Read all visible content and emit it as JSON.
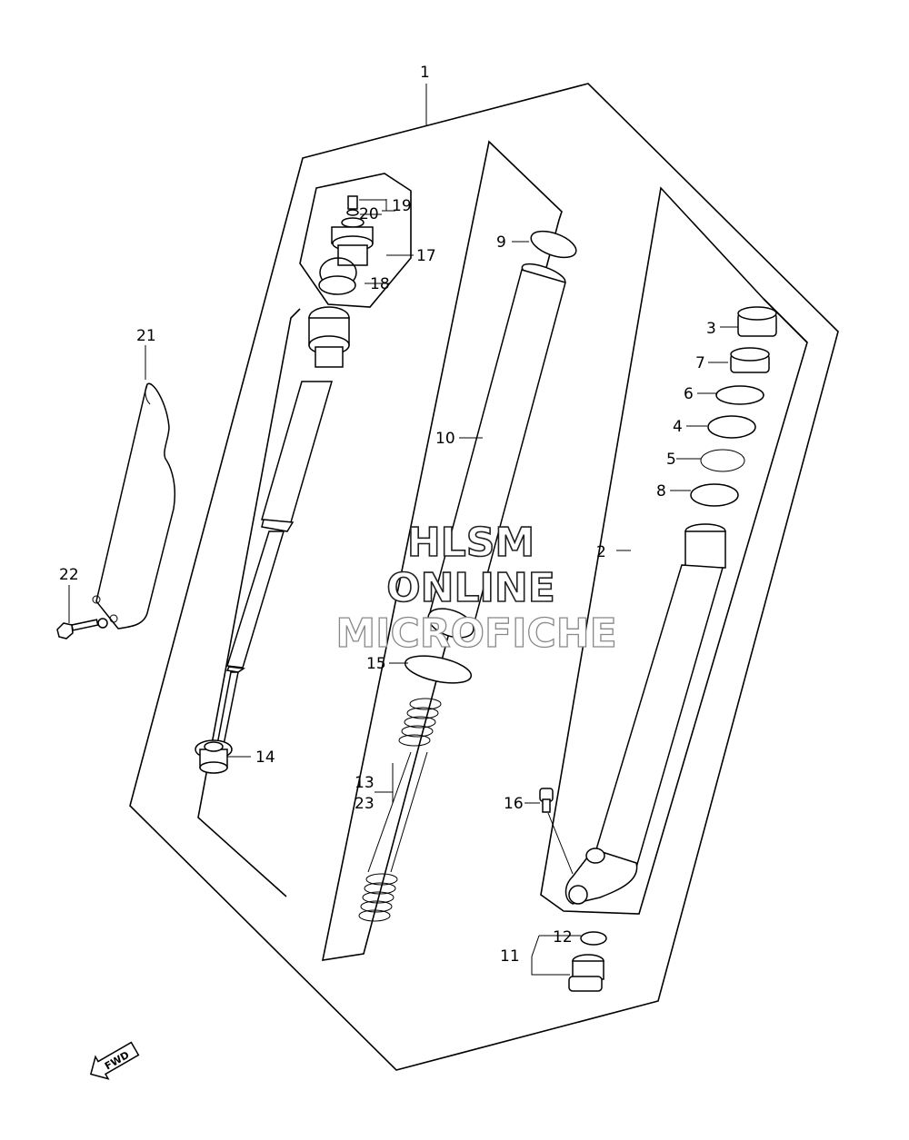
{
  "diagram": {
    "callouts": {
      "c1": "1",
      "c2": "2",
      "c3": "3",
      "c4": "4",
      "c5": "5",
      "c6": "6",
      "c7": "7",
      "c8": "8",
      "c9": "9",
      "c10": "10",
      "c11": "11",
      "c12": "12",
      "c13": "13",
      "c14": "14",
      "c15": "15",
      "c16": "16",
      "c17": "17",
      "c18": "18",
      "c19": "19",
      "c20": "20",
      "c21": "21",
      "c22": "22",
      "c23": "23"
    },
    "fwd_label": "FWD"
  },
  "watermark": {
    "line1": "HLSM",
    "line2": "ONLINE",
    "line3": "MICROFICHE"
  }
}
